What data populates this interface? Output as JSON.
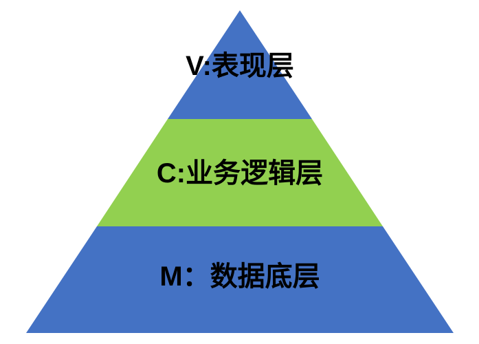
{
  "diagram": {
    "type": "pyramid",
    "title": "",
    "background_color": "#ffffff",
    "text_color": "#000000",
    "layers": [
      {
        "id": "view",
        "label": "V:表现层",
        "color": "#4472c4"
      },
      {
        "id": "controller",
        "label": "C:业务逻辑层",
        "color": "#92d050"
      },
      {
        "id": "model",
        "label": "M：数据底层",
        "color": "#4472c4"
      }
    ]
  }
}
